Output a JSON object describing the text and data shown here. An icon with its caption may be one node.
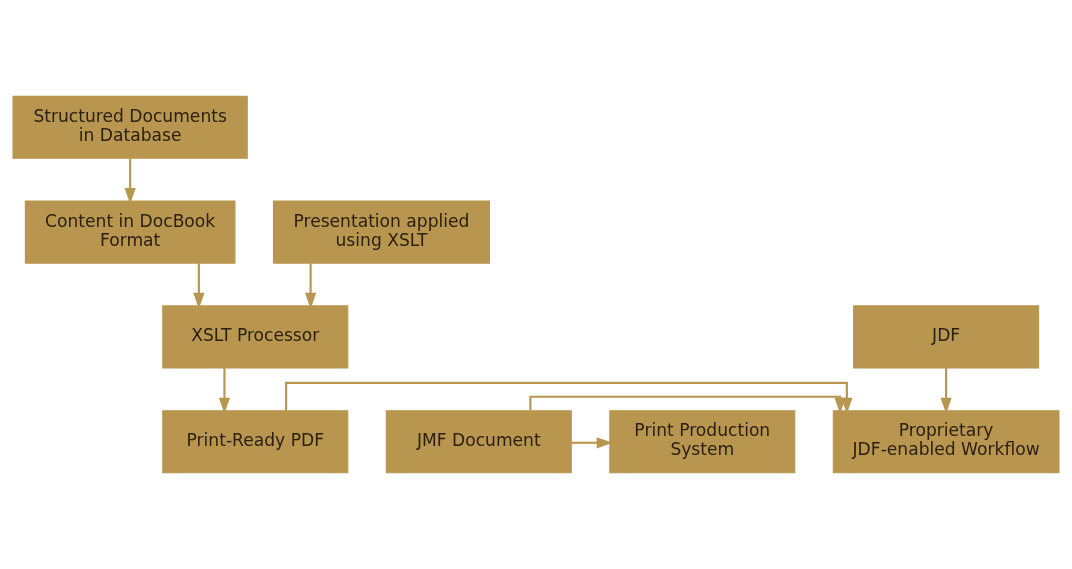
{
  "diagram": {
    "nodes": [
      {
        "text": [
          "Structured Documents in Database"
        ]
      },
      {
        "text": [
          "Content in DocBook Format"
        ]
      },
      {
        "text": [
          "Presentation applied using XSLT"
        ]
      },
      {
        "text": [
          "XSLT Processor"
        ]
      },
      {
        "text": [
          "JDF"
        ]
      },
      {
        "text": [
          "Print-Ready PDF"
        ]
      },
      {
        "text": [
          "Proprietary JDF-enabled Workflow"
        ]
      },
      {
        "text": [
          "JMF Document"
        ]
      },
      {
        "text": [
          "Print Production System"
        ]
      }
    ],
    "edges": [
      {
        "from": 0,
        "to": 1,
        "arrow": "to"
      },
      {
        "from": 1,
        "to": 3,
        "arrow": "to"
      },
      {
        "from": 2,
        "to": 3,
        "arrow": "to"
      },
      {
        "from": 3,
        "to": 5,
        "arrow": "to"
      },
      {
        "from": 4,
        "to": 6,
        "arrow": "to"
      },
      {
        "from": 5,
        "to": 6,
        "arrow": "to"
      },
      {
        "from": 7,
        "to": 6,
        "arrow": "to"
      },
      {
        "from": 7,
        "to": 8,
        "arrow": "to"
      }
    ]
  }
}
